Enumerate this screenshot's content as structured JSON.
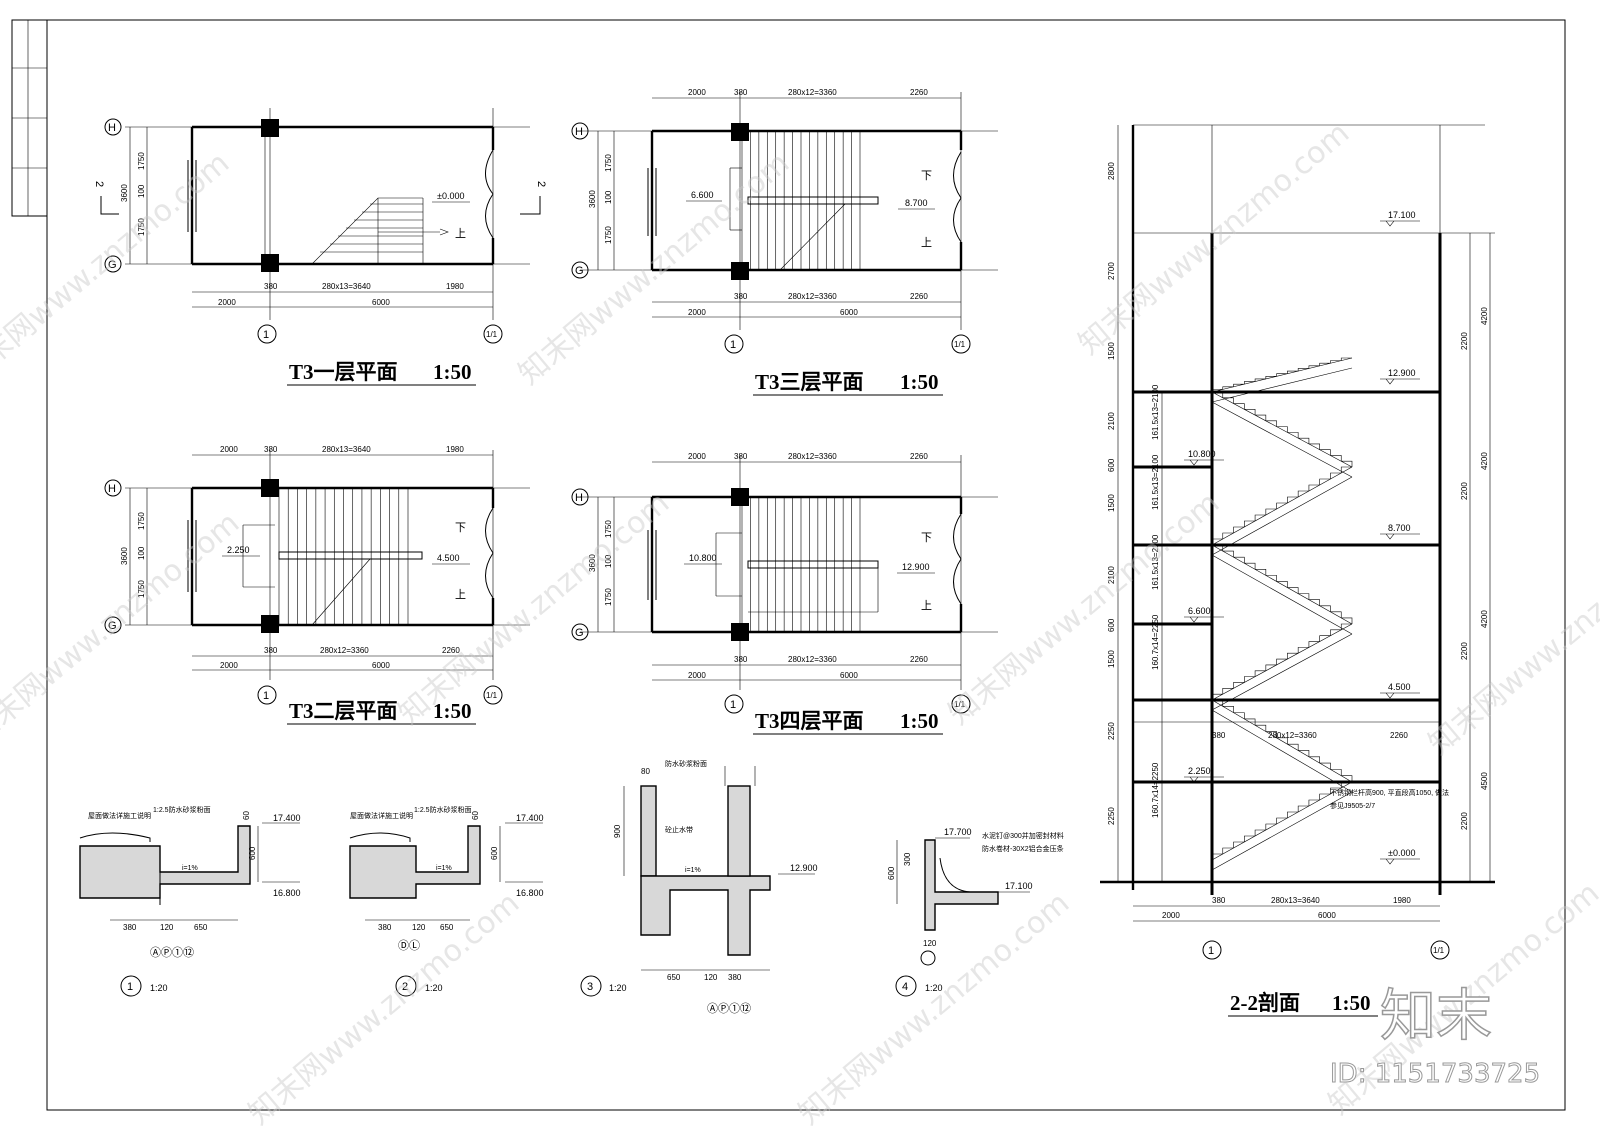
{
  "plans": [
    {
      "title": "T3一层平面",
      "scale": "1:50",
      "axes": {
        "top": "H",
        "bottom": "G",
        "left": "1",
        "right": "1/1"
      },
      "dims_top": [],
      "dims_bottom": [
        "380",
        "280x13=3640",
        "1980"
      ],
      "dims_overall": [
        "2000",
        "6000"
      ],
      "dims_side": [
        "1750",
        "100",
        "1750",
        "3600"
      ],
      "levels": [
        "±0.000"
      ],
      "labels": [
        "上"
      ],
      "section_mark": "2"
    },
    {
      "title": "T3三层平面",
      "scale": "1:50",
      "axes": {
        "top": "H",
        "bottom": "G",
        "left": "1",
        "right": "1/1"
      },
      "dims_top": [
        "2000",
        "380",
        "280x12=3360",
        "2260"
      ],
      "dims_bottom": [
        "380",
        "280x12=3360",
        "2260"
      ],
      "dims_overall": [
        "2000",
        "6000"
      ],
      "dims_side": [
        "1750",
        "100",
        "1750",
        "3600"
      ],
      "levels": [
        "6.600",
        "8.700"
      ],
      "labels": [
        "下",
        "上"
      ]
    },
    {
      "title": "T3二层平面",
      "scale": "1:50",
      "axes": {
        "top": "H",
        "bottom": "G",
        "left": "1",
        "right": "1/1"
      },
      "dims_top": [
        "2000",
        "380",
        "280x13=3640",
        "1980"
      ],
      "dims_bottom": [
        "380",
        "280x12=3360",
        "2260"
      ],
      "dims_overall": [
        "2000",
        "6000"
      ],
      "dims_side": [
        "1750",
        "100",
        "1750",
        "3600"
      ],
      "levels": [
        "2.250",
        "4.500"
      ],
      "labels": [
        "下",
        "上"
      ]
    },
    {
      "title": "T3四层平面",
      "scale": "1:50",
      "axes": {
        "top": "H",
        "bottom": "G",
        "left": "1",
        "right": "1/1"
      },
      "dims_top": [
        "2000",
        "380",
        "280x12=3360",
        "2260"
      ],
      "dims_bottom": [
        "380",
        "280x12=3360",
        "2260"
      ],
      "dims_overall": [
        "2000",
        "6000"
      ],
      "dims_side": [
        "1750",
        "100",
        "1750",
        "3600"
      ],
      "levels": [
        "10.800",
        "12.900"
      ],
      "labels": [
        "下",
        "上"
      ]
    }
  ],
  "section": {
    "title": "2-2剖面",
    "scale": "1:50",
    "levels_right": [
      "17.100",
      "12.900",
      "8.700",
      "4.500",
      "±0.000"
    ],
    "levels_left": [
      "10.800",
      "6.600",
      "2.250"
    ],
    "dims_left": [
      "2800",
      "2700",
      "1500",
      "2100",
      "600",
      "1500",
      "2100",
      "600",
      "1500",
      "2250",
      "2250"
    ],
    "flights": [
      "161.5x13=2100",
      "161.5x13=2100",
      "161.5x13=2100",
      "160.7x14=2250",
      "160.7x14=2250"
    ],
    "dims_right": [
      "4200",
      "2200",
      "4200",
      "2200",
      "4200",
      "2200",
      "4500",
      "2200"
    ],
    "dims_mid": [
      "380",
      "280x12=3360",
      "2260"
    ],
    "dims_bottom": [
      "380",
      "280x13=3640",
      "1980"
    ],
    "dims_overall": [
      "2000",
      "6000"
    ],
    "axes": [
      "1",
      "1/1"
    ],
    "rail_note": [
      "不锈钢栏杆高900, 平直段高1050, 做法",
      "参见J9505-2/7"
    ]
  },
  "details": [
    {
      "num": "1",
      "scale": "1:20",
      "axes": "ⒶⓅ①⑫",
      "levels": [
        "17.400",
        "16.800"
      ],
      "dims": [
        "380",
        "120",
        "650"
      ],
      "dims_v": [
        "60",
        "600"
      ],
      "notes": [
        "屋面做法详施工说明",
        "1:2.5防水砂浆粉面"
      ],
      "slope": "i=1%"
    },
    {
      "num": "2",
      "scale": "1:20",
      "axes": "ⒹⓁ",
      "levels": [
        "17.400",
        "16.800"
      ],
      "dims": [
        "380",
        "120",
        "650"
      ],
      "dims_v": [
        "60",
        "600"
      ],
      "notes": [
        "屋面做法详施工说明",
        "1:2.5防水砂浆粉面"
      ],
      "slope": "i=1%"
    },
    {
      "num": "3",
      "scale": "1:20",
      "axes": "ⒶⓅ①⑫",
      "levels": [
        "12.900"
      ],
      "dims": [
        "650",
        "120",
        "380"
      ],
      "dims_v": [
        "80",
        "900"
      ],
      "notes": [
        "防水砂浆粉面",
        "砼止水带"
      ],
      "slope": "i=1%"
    },
    {
      "num": "4",
      "scale": "1:20",
      "axes": "",
      "levels": [
        "17.700",
        "17.100"
      ],
      "dims": [
        "120"
      ],
      "dims_v": [
        "600",
        "300"
      ],
      "notes": [
        "水泥钉@300并加密封材料",
        "防水卷材-30X2铝合金压条"
      ]
    }
  ],
  "stamp": {
    "logo": "知末",
    "id": "ID: 1151733725"
  },
  "watermark": "知末网www.znzmo.com"
}
